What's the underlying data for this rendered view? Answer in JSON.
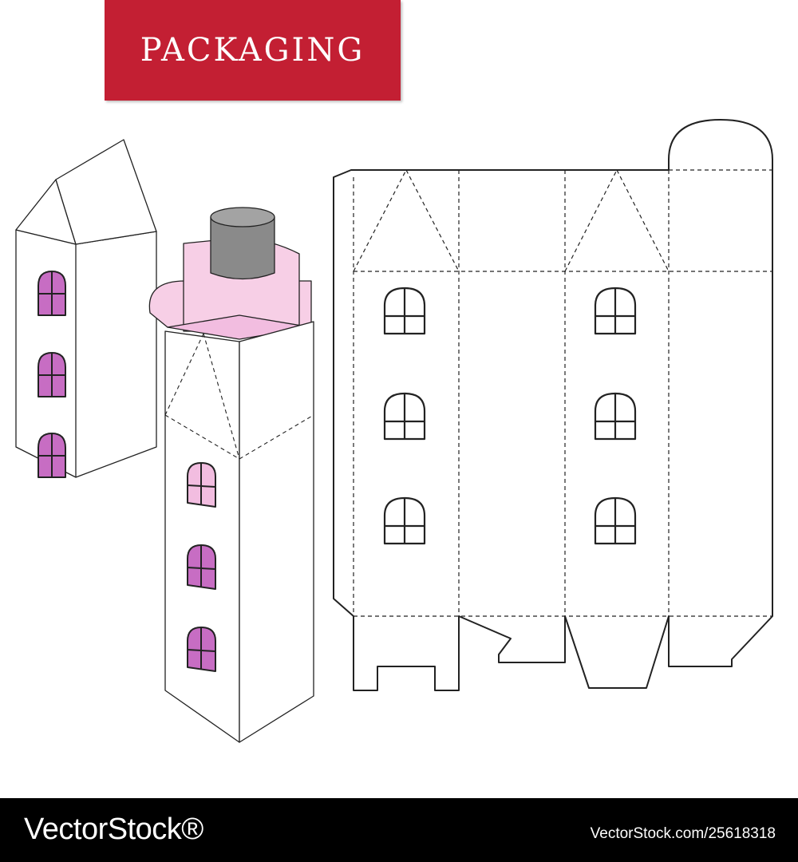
{
  "header": {
    "title": "PACKAGING"
  },
  "footer": {
    "brand": "VectorStock®",
    "url": "VectorStock.com/25618318"
  },
  "colors": {
    "badge_red": "#c31f33",
    "pink_light": "#f7cfe6",
    "pink_window": "#c76dc3",
    "cap_gray": "#8a8a8a",
    "outline": "#222222"
  }
}
